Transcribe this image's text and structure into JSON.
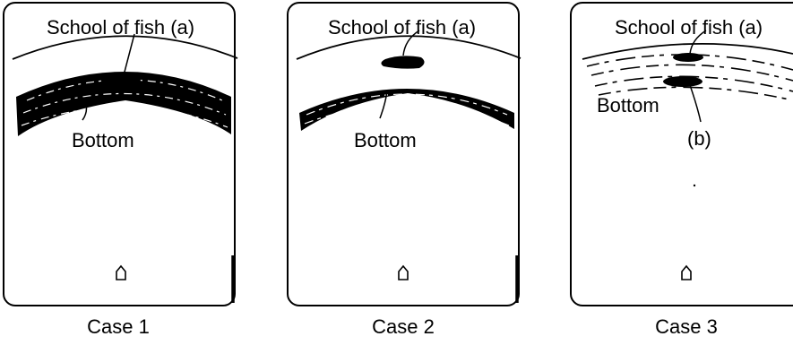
{
  "panels": [
    {
      "caption": "Case 1",
      "fish_label": "School of fish (a)",
      "bottom_label": "Bottom"
    },
    {
      "caption": "Case 2",
      "fish_label": "School of fish (a)",
      "bottom_label": "Bottom"
    },
    {
      "caption": "Case 3",
      "fish_label": "School of fish (a)",
      "bottom_label": "Bottom",
      "extra_label": "(b)"
    }
  ],
  "icons": {
    "own_ship": "own-ship-marker-icon",
    "school": "fish-school-echo-icon",
    "bottom": "seabed-echo-icon"
  }
}
